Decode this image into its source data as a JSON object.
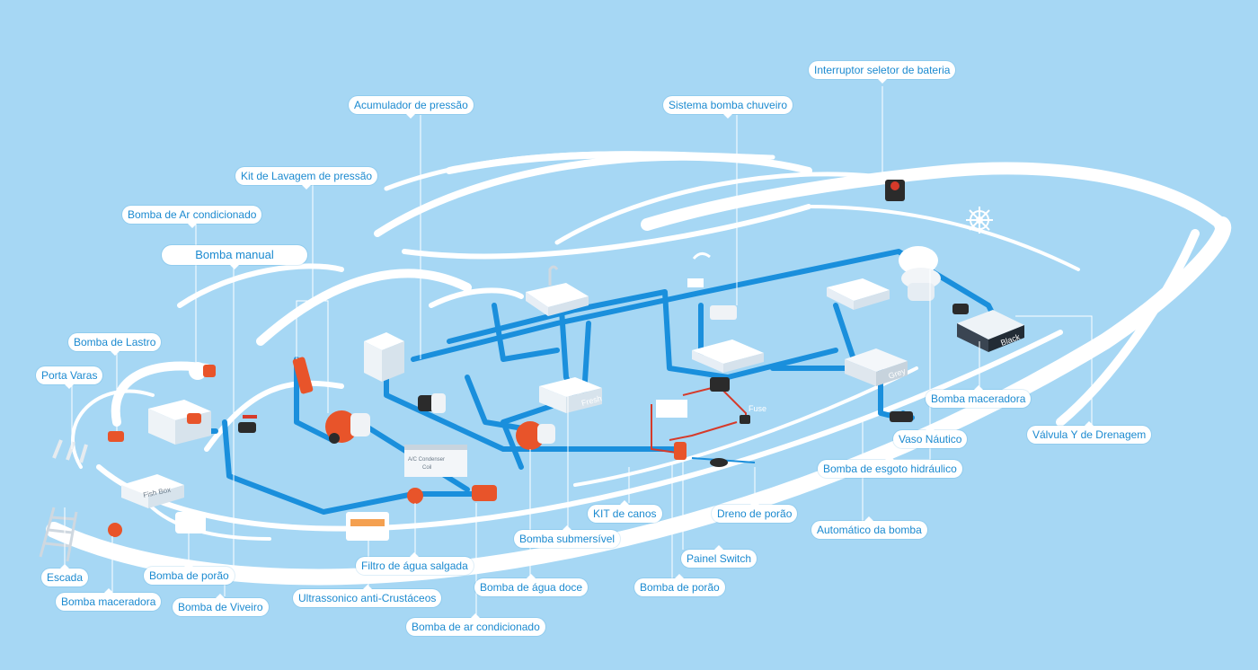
{
  "labels": {
    "interruptor": "Interruptor seletor de bateria",
    "acumulador": "Acumulador de pressão",
    "chuveiro": "Sistema bomba chuveiro",
    "kit_lavagem": "Kit de Lavagem de pressão",
    "bomba_ar": "Bomba de Ar condicionado",
    "bomba_manual": "Bomba manual",
    "bomba_lastro": "Bomba de Lastro",
    "porta_varas": "Porta Varas",
    "escada": "Escada",
    "bomba_maceradora_left": "Bomba maceradora",
    "bomba_porao_left": "Bomba de porão",
    "bomba_viveiro": "Bomba de Viveiro",
    "ultrassonico": "Ultrassonico anti-Crustáceos",
    "filtro": "Filtro de água salgada",
    "bomba_ar_cond": "Bomba de ar condicionado",
    "bomba_agua_doce": "Bomba de água doce",
    "bomba_submersivel": "Bomba submersível",
    "kit_canos": "KIT de canos",
    "painel_switch": "Painel Switch",
    "bomba_porao_mid": "Bomba de porão",
    "dreno": "Dreno de porão",
    "automatico": "Automático da bomba",
    "esgoto": "Bomba de esgoto hidráulico",
    "vaso": "Vaso Náutico",
    "bomba_maceradora_right": "Bomba maceradora",
    "valvula": "Válvula Y de Drenagem"
  },
  "tank_labels": {
    "fresh": "Fresh",
    "grey": "Grey",
    "black": "Black",
    "fish_box": "Fish Box",
    "ac_condenser": "A/C Condenser",
    "coil": "Coil",
    "fuse": "Fuse"
  },
  "colors": {
    "background": "#a6d7f4",
    "pipe": "#1a8fdc",
    "label_text": "#1b8ad0",
    "boat_outline": "#ffffff",
    "pump_orange": "#e8542a"
  }
}
